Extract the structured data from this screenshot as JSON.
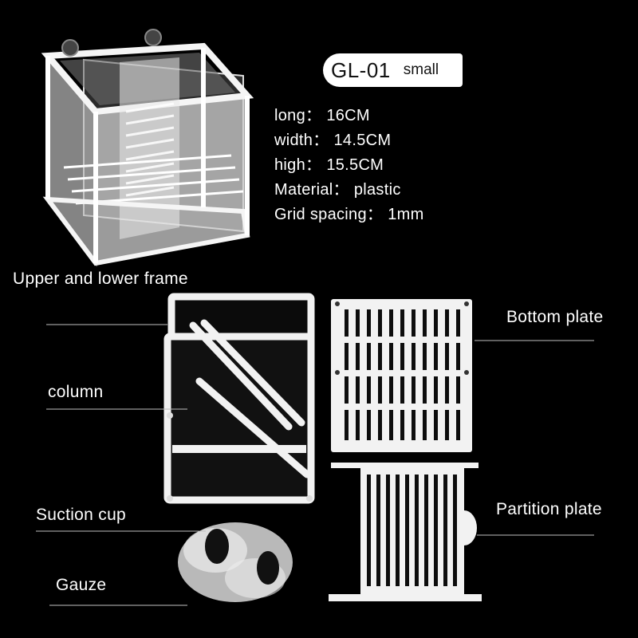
{
  "model": {
    "code": "GL-01",
    "size": "small"
  },
  "specs": [
    {
      "key": "long：",
      "value": "16CM"
    },
    {
      "key": "width：",
      "value": "14.5CM"
    },
    {
      "key": "high：",
      "value": "15.5CM"
    },
    {
      "key": "Material：",
      "value": "plastic"
    },
    {
      "key": "Grid spacing：",
      "value": "1mm"
    }
  ],
  "parts": {
    "frame": "Upper and lower frame",
    "column": "column",
    "suction_cup": "Suction cup",
    "gauze": "Gauze",
    "bottom_plate": "Bottom plate",
    "partition_plate": "Partition plate"
  },
  "colors": {
    "background": "#000000",
    "text": "#ffffff",
    "part": "#f2f2f2",
    "mesh": "#e8e8e8"
  }
}
